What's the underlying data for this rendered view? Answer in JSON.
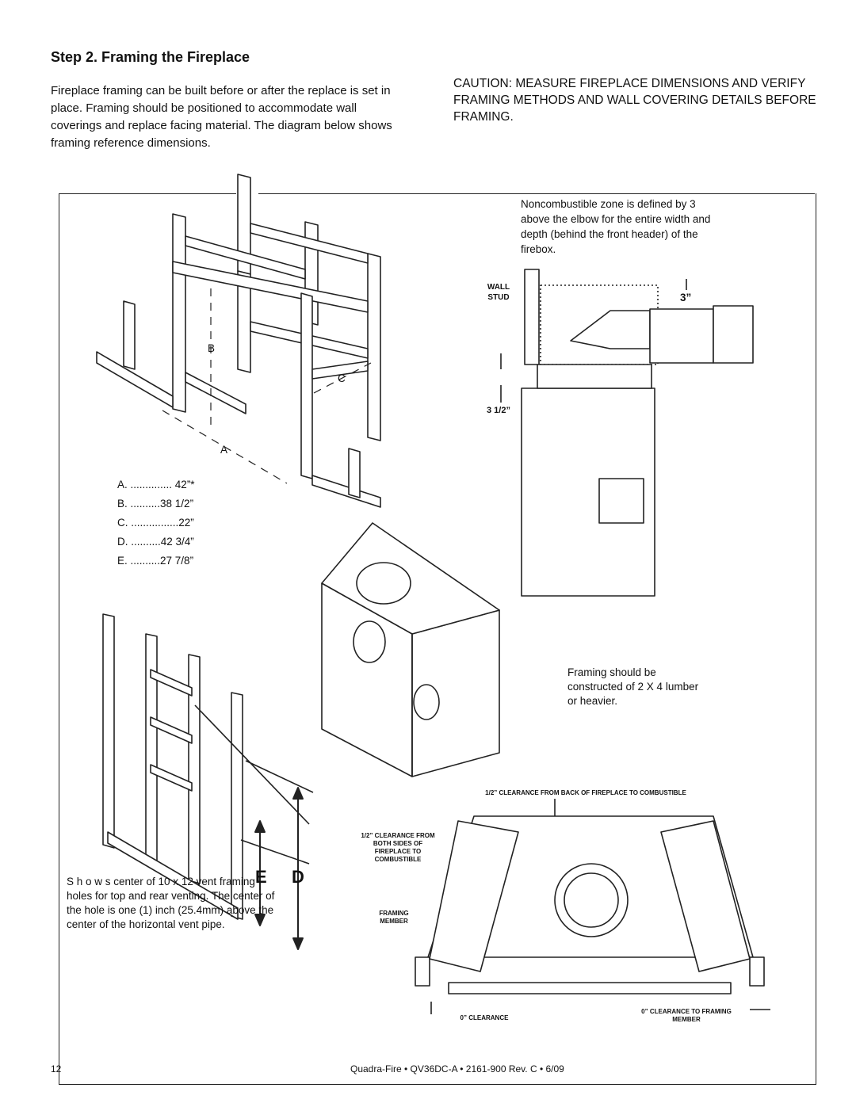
{
  "step_title": "Step 2.  Framing the Fireplace",
  "intro": "Fireplace framing can be built before or after the   replace is set in place. Framing should be positioned to accommodate wall coverings and   replace facing material. The diagram below shows framing reference dimensions.",
  "caution": "CAUTION: MEASURE FIREPLACE DIMENSIONS AND VERIFY FRAMING METHODS AND WALL COVERING DETAILS BEFORE FRAMING.",
  "labels": {
    "a": "A",
    "b": "B",
    "c": "C",
    "d": "D",
    "e": "E"
  },
  "dimensions": [
    {
      "letter": "A",
      "dots": ". ..............",
      "value": "42”*"
    },
    {
      "letter": "B",
      "dots": ". ..........",
      "value": "38 1/2”"
    },
    {
      "letter": "C",
      "dots": ". ................",
      "value": "22”"
    },
    {
      "letter": "D",
      "dots": ". ..........",
      "value": "42 3/4”"
    },
    {
      "letter": "E",
      "dots": ". ..........",
      "value": "27 7/8”"
    }
  ],
  "noncombustible_note": "Noncombustible zone is defined by 3  above the elbow for the entire width and depth (behind the front header) of the firebox.",
  "wall_stud": "WALL STUD",
  "dim_3": "3”",
  "dim_3_5": "3 1/2”",
  "framing_note": "Framing should be constructed of 2 X 4 lumber or heavier.",
  "vent_note": "S h o w s center of 10  x 12  vent framing holes for top and rear venting. The center of the hole is one (1) inch (25.4mm) above the center of the horizontal vent pipe.",
  "clearance_back": "1/2” CLEARANCE FROM BACK OF FIREPLACE TO COMBUSTIBLE",
  "clearance_sides": "1/2” CLEARANCE FROM BOTH SIDES OF FIREPLACE TO COMBUSTIBLE",
  "framing_member": "FRAMING MEMBER",
  "zero_clearance": "0” CLEARANCE",
  "zero_clearance_framing": "0” CLEARANCE TO FRAMING MEMBER",
  "page_number": "12",
  "footer": "Quadra-Fire  •  QV36DC-A  •  2161-900 Rev. C  •  6/09"
}
